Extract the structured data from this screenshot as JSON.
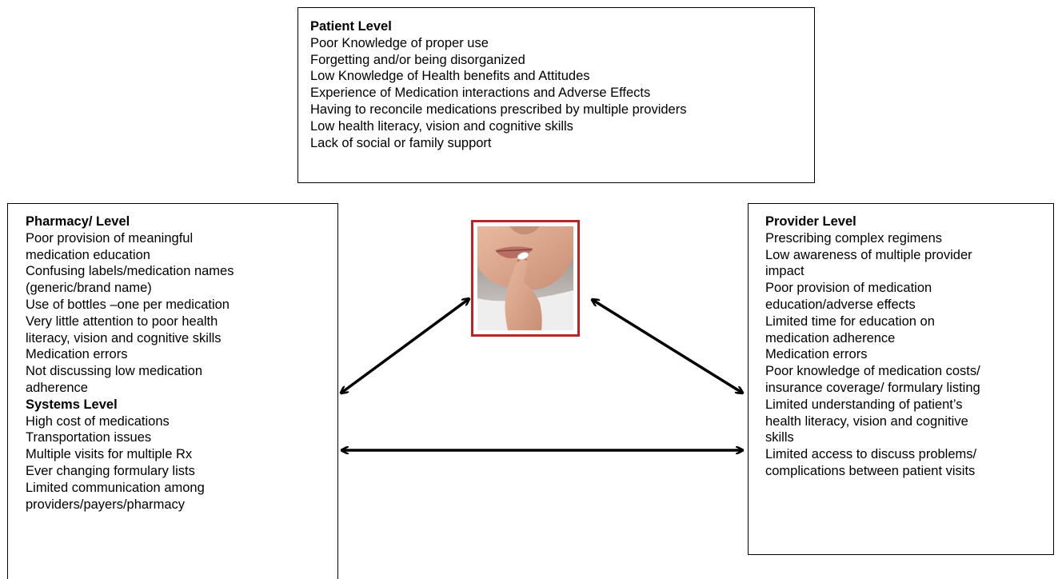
{
  "patient_level": {
    "heading": "Patient Level",
    "items": [
      "Poor Knowledge of proper use",
      "Forgetting and/or being disorganized",
      "Low Knowledge of Health benefits and Attitudes",
      "Experience of Medication interactions and Adverse Effects",
      "Having to reconcile medications prescribed by multiple providers",
      "Low health literacy, vision and cognitive skills",
      "Lack of social or family support"
    ]
  },
  "pharmacy_level": {
    "heading": "Pharmacy/ Level",
    "items": [
      "Poor provision of meaningful",
      "medication education",
      "Confusing labels/medication names",
      "(generic/brand name)",
      "Use of bottles –one per medication",
      "Very little attention to poor health",
      "literacy, vision and cognitive skills",
      "Medication errors",
      "Not discussing low medication",
      "adherence"
    ]
  },
  "systems_level": {
    "heading": "Systems Level",
    "items": [
      "High cost of medications",
      "Transportation issues",
      "Multiple visits for multiple Rx",
      "Ever changing formulary lists",
      "Limited communication among",
      "providers/payers/pharmacy"
    ]
  },
  "provider_level": {
    "heading": "Provider Level",
    "items": [
      "Prescribing complex regimens",
      "Low awareness of multiple provider",
      "impact",
      "Poor provision of medication",
      "education/adverse effects",
      "Limited time for education on",
      "medication adherence",
      "Medication errors",
      "Poor knowledge of medication costs/",
      "insurance coverage/ formulary listing",
      "Limited understanding of patient’s",
      "health literacy, vision and cognitive",
      "skills",
      "Limited access to discuss problems/",
      "complications between patient visits"
    ]
  },
  "colors": {
    "photo_border": "#b5252a"
  }
}
